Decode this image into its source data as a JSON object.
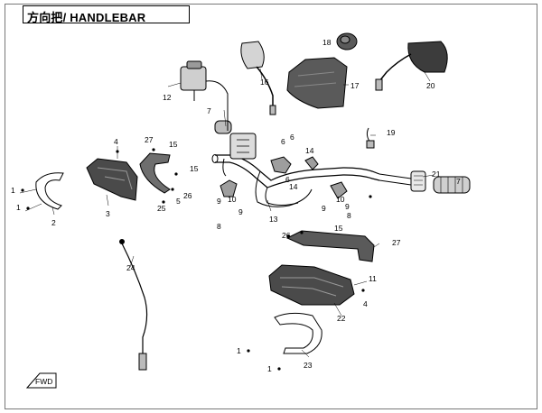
{
  "title": "方向把/ HANDLEBAR",
  "callouts": [
    {
      "id": "c1a",
      "text": "1"
    },
    {
      "id": "c1b",
      "text": "1"
    },
    {
      "id": "c1c",
      "text": "1"
    },
    {
      "id": "c1d",
      "text": "1"
    },
    {
      "id": "c2",
      "text": "2"
    },
    {
      "id": "c3",
      "text": "3"
    },
    {
      "id": "c4a",
      "text": "4"
    },
    {
      "id": "c4b",
      "text": "4"
    },
    {
      "id": "c5",
      "text": "5"
    },
    {
      "id": "c6a",
      "text": "6"
    },
    {
      "id": "c6b",
      "text": "6"
    },
    {
      "id": "c6c",
      "text": "6"
    },
    {
      "id": "c7a",
      "text": "7"
    },
    {
      "id": "c7b",
      "text": "7"
    },
    {
      "id": "c8a",
      "text": "8"
    },
    {
      "id": "c8b",
      "text": "8"
    },
    {
      "id": "c9a",
      "text": "9"
    },
    {
      "id": "c9b",
      "text": "9"
    },
    {
      "id": "c9c",
      "text": "9"
    },
    {
      "id": "c9d",
      "text": "9"
    },
    {
      "id": "c10a",
      "text": "10"
    },
    {
      "id": "c10b",
      "text": "10"
    },
    {
      "id": "c11",
      "text": "11"
    },
    {
      "id": "c12",
      "text": "12"
    },
    {
      "id": "c13",
      "text": "13"
    },
    {
      "id": "c14a",
      "text": "14"
    },
    {
      "id": "c14b",
      "text": "14"
    },
    {
      "id": "c15a",
      "text": "15"
    },
    {
      "id": "c15b",
      "text": "15"
    },
    {
      "id": "c15c",
      "text": "15"
    },
    {
      "id": "c16",
      "text": "16"
    },
    {
      "id": "c17",
      "text": "17"
    },
    {
      "id": "c18",
      "text": "18"
    },
    {
      "id": "c19",
      "text": "19"
    },
    {
      "id": "c20",
      "text": "20"
    },
    {
      "id": "c21",
      "text": "21"
    },
    {
      "id": "c22",
      "text": "22"
    },
    {
      "id": "c23",
      "text": "23"
    },
    {
      "id": "c24",
      "text": "24"
    },
    {
      "id": "c25",
      "text": "25"
    },
    {
      "id": "c26a",
      "text": "26"
    },
    {
      "id": "c26b",
      "text": "26"
    },
    {
      "id": "c27a",
      "text": "27"
    },
    {
      "id": "c27b",
      "text": "27"
    }
  ],
  "front_arrow_label": "FWD"
}
